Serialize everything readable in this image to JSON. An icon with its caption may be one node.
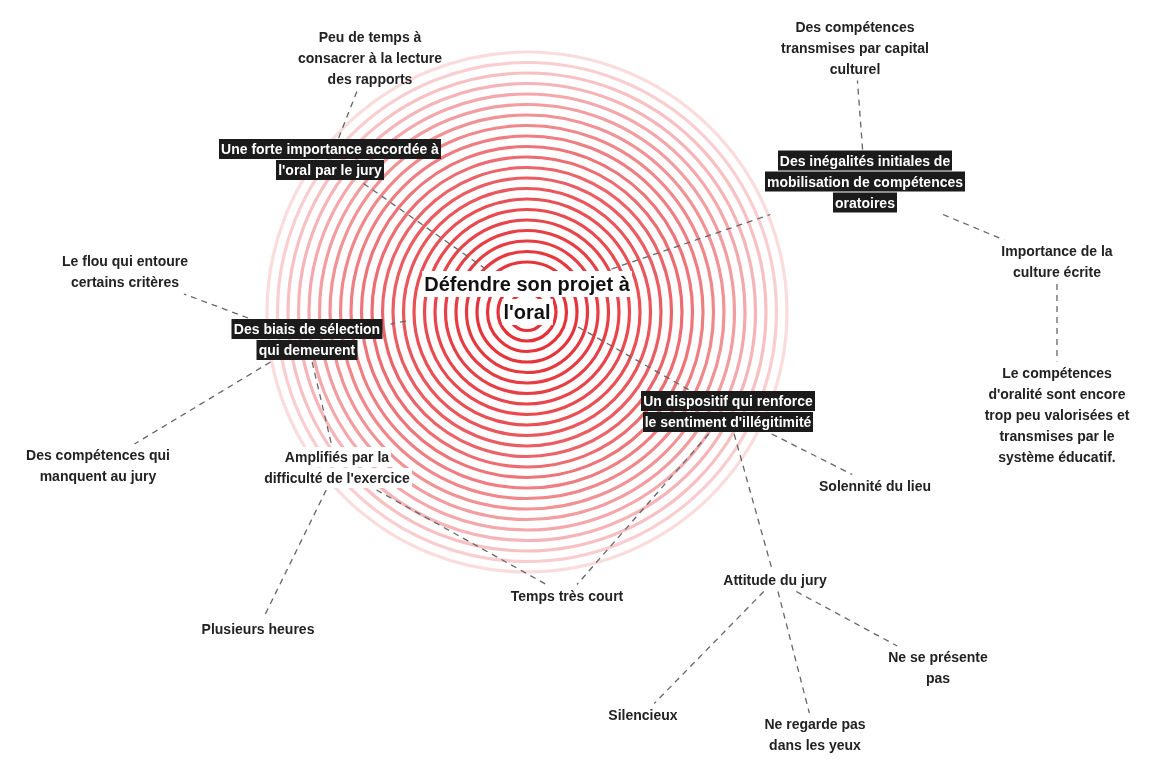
{
  "diagram": {
    "nodes": [
      {
        "text": [
          "Défendre son projet à l'oral"
        ]
      },
      {
        "text": [
          "Une forte importance accordée à l'oral par le jury"
        ]
      },
      {
        "text": [
          "Peu de temps à consacrer à la lecture des rapports"
        ]
      },
      {
        "text": [
          "Des inégalités initiales de mobilisation de compétences oratoires"
        ]
      },
      {
        "text": [
          "Des compétences transmises par capital culturel"
        ]
      },
      {
        "text": [
          "Importance de la culture écrite"
        ]
      },
      {
        "text": [
          "Le compétences d'oralité sont encore trop peu valorisées et transmises par le système éducatif."
        ]
      },
      {
        "text": [
          "Des biais de sélection qui demeurent"
        ]
      },
      {
        "text": [
          "Le flou qui entoure certains critères"
        ]
      },
      {
        "text": [
          "Des compétences qui manquent au jury"
        ]
      },
      {
        "text": [
          "Amplifiés par la difficulté de l'exercice"
        ]
      },
      {
        "text": [
          "Plusieurs heures"
        ]
      },
      {
        "text": [
          "Temps très court"
        ]
      },
      {
        "text": [
          "Un dispositif qui renforce le sentiment d'illégitimité"
        ]
      },
      {
        "text": [
          "Solennité du lieu"
        ]
      },
      {
        "text": [
          "Attitude du jury"
        ]
      },
      {
        "text": [
          "Silencieux"
        ]
      },
      {
        "text": [
          "Ne regarde pas dans les yeux"
        ]
      },
      {
        "text": [
          "Ne se présente pas"
        ]
      }
    ],
    "edges": [
      {
        "from": 1,
        "to": 2,
        "arrow": "none",
        "style": "dashed"
      },
      {
        "from": 0,
        "to": 1,
        "arrow": "none",
        "style": "dashed"
      },
      {
        "from": 0,
        "to": 3,
        "arrow": "none",
        "style": "dashed"
      },
      {
        "from": 3,
        "to": 4,
        "arrow": "none",
        "style": "dashed"
      },
      {
        "from": 3,
        "to": 5,
        "arrow": "none",
        "style": "dashed"
      },
      {
        "from": 5,
        "to": 6,
        "arrow": "none",
        "style": "dashed"
      },
      {
        "from": 0,
        "to": 7,
        "arrow": "none",
        "style": "dashed"
      },
      {
        "from": 7,
        "to": 8,
        "arrow": "none",
        "style": "dashed"
      },
      {
        "from": 7,
        "to": 9,
        "arrow": "none",
        "style": "dashed"
      },
      {
        "from": 7,
        "to": 10,
        "arrow": "none",
        "style": "dashed"
      },
      {
        "from": 10,
        "to": 11,
        "arrow": "none",
        "style": "dashed"
      },
      {
        "from": 10,
        "to": 12,
        "arrow": "none",
        "style": "dashed"
      },
      {
        "from": 0,
        "to": 13,
        "arrow": "none",
        "style": "dashed"
      },
      {
        "from": 13,
        "to": 14,
        "arrow": "none",
        "style": "dashed"
      },
      {
        "from": 13,
        "to": 12,
        "arrow": "none",
        "style": "dashed"
      },
      {
        "from": 13,
        "to": 15,
        "arrow": "none",
        "style": "dashed"
      },
      {
        "from": 15,
        "to": 16,
        "arrow": "none",
        "style": "dashed"
      },
      {
        "from": 15,
        "to": 17,
        "arrow": "none",
        "style": "dashed"
      },
      {
        "from": 15,
        "to": 18,
        "arrow": "none",
        "style": "dashed"
      }
    ]
  }
}
